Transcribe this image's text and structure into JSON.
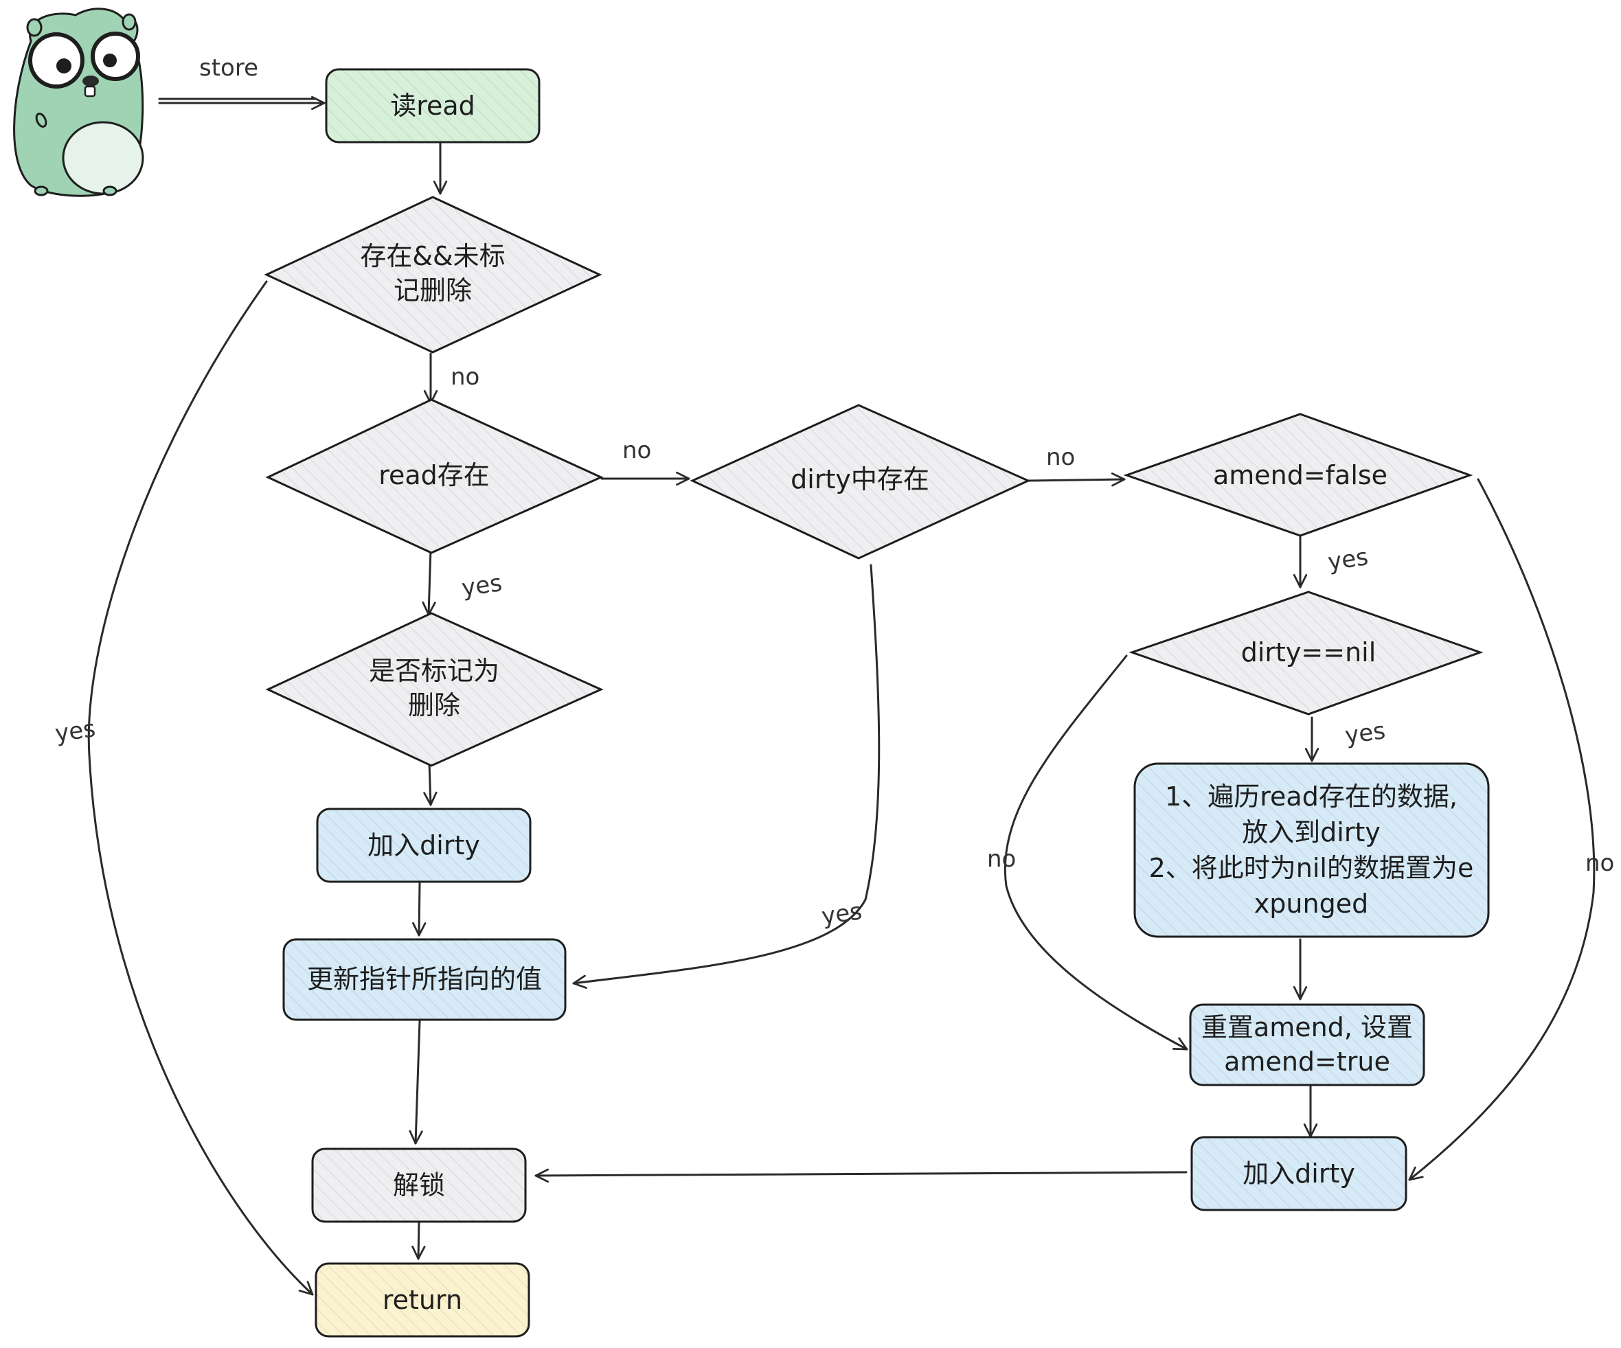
{
  "colors": {
    "green_fill": "#d7f0da",
    "gray_fill": "#efeef0",
    "blue_fill": "#d6ebf7",
    "yellow_fill": "#fbf3cf",
    "stroke": "#1e1e1e",
    "mascot": "#9fd3b3"
  },
  "icons": {
    "mascot": "go-gopher-icon"
  },
  "nodes": {
    "read": [
      "读read"
    ],
    "exists_unmarked": [
      "存在&&未标",
      "记删除"
    ],
    "read_exists": [
      "read存在"
    ],
    "dirty_exists": [
      "dirty中存在"
    ],
    "amend_false": [
      "amend=false"
    ],
    "marked_deleted": [
      "是否标记为",
      "删除"
    ],
    "dirty_nil": [
      "dirty==nil"
    ],
    "add_dirty_left": [
      "加入dirty"
    ],
    "traverse_read": [
      "1、遍历read存在的数据,",
      "放入到dirty",
      "2、将此时为nil的数据置为e",
      "xpunged"
    ],
    "update_pointer": [
      "更新指针所指向的值"
    ],
    "reset_amend": [
      "重置amend, 设置",
      "amend=true"
    ],
    "unlock": [
      "解锁"
    ],
    "add_dirty_right": [
      "加入dirty"
    ],
    "return": [
      "return"
    ]
  },
  "labels": {
    "store": "store",
    "no_read_exists": "no",
    "no_dirty": "no",
    "no_amend": "no",
    "yes_left": "yes",
    "yes_read": "yes",
    "yes_dirty_exists": "yes",
    "yes_amend": "yes",
    "yes_nil": "yes",
    "no_nil": "no",
    "no_right": "no"
  }
}
